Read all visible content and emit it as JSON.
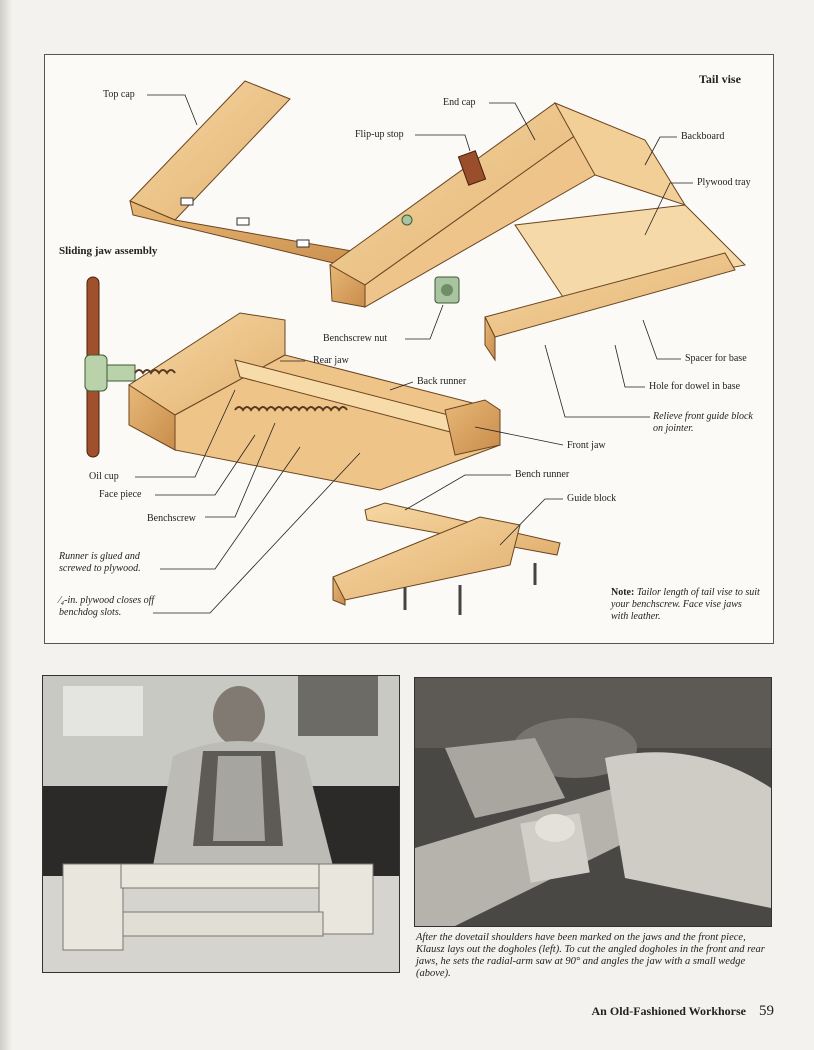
{
  "figure": {
    "title": "Tail vise",
    "section_heading": "Sliding jaw assembly",
    "labels": {
      "top_cap": "Top cap",
      "end_cap": "End cap",
      "flip_up_stop": "Flip-up stop",
      "backboard": "Backboard",
      "plywood_tray": "Plywood tray",
      "benchscrew_nut": "Benchscrew nut",
      "rear_jaw": "Rear jaw",
      "back_runner": "Back runner",
      "spacer_for_base": "Spacer for base",
      "hole_for_dowel": "Hole for dowel in base",
      "relieve_front_guide": "Relieve front guide block on jointer.",
      "front_jaw": "Front jaw",
      "oil_cup": "Oil cup",
      "face_piece": "Face piece",
      "bench_runner": "Bench runner",
      "guide_block": "Guide block",
      "benchscrew": "Benchscrew",
      "runner_glued": "Runner is glued and screwed to plywood.",
      "plywood_closes": "⁄₄-in. plywood closes off benchdog slots."
    },
    "note_prefix": "Note:",
    "note_text": "Tailor length of tail vise to suit your benchscrew. Face vise jaws with leather."
  },
  "caption": "After the dovetail shoulders have been marked on the jaws and the front piece, Klausz lays out the dogholes (left). To cut the angled dogholes in the front and rear jaws, he sets the radial-arm saw at 90° and angles the jaw with a small wedge (above).",
  "footer": {
    "title": "An Old-Fashioned Workhorse",
    "page_number": "59"
  }
}
